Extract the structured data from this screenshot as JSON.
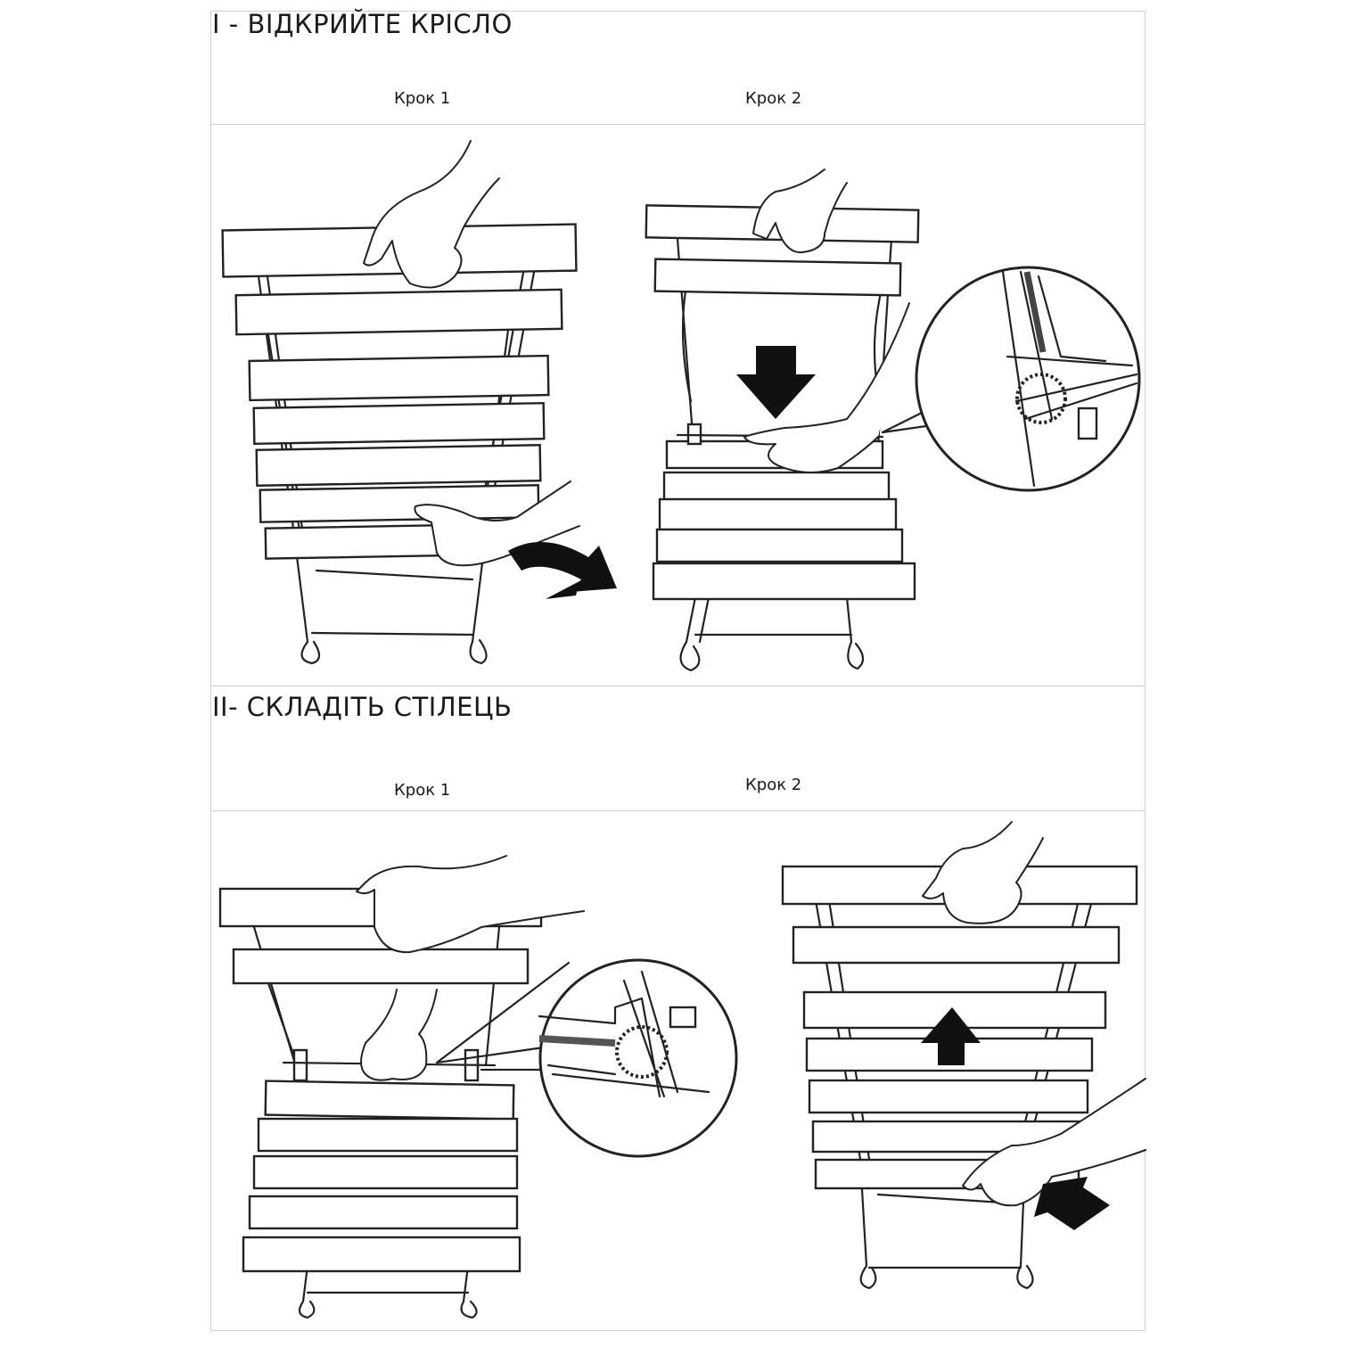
{
  "section1": {
    "title": "I - ВІДКРИЙТЕ КРІСЛО",
    "step1": "Крок 1",
    "step2": "Крок 2"
  },
  "section2": {
    "title": "II- СКЛАДІТЬ СТІЛЕЦЬ",
    "step1": "Крок 1",
    "step2": "Крок 2"
  },
  "icons": {
    "arrows": [
      "curved-right-arrow-icon",
      "down-arrow-icon",
      "up-arrow-icon",
      "left-arrow-icon"
    ],
    "hands": [
      "hand-icon"
    ],
    "detail": [
      "magnifier-callout-icon"
    ]
  },
  "colors": {
    "line": "#222222",
    "fill": "#ffffff",
    "arrow": "#111111",
    "rule": "#cfcfcf"
  }
}
